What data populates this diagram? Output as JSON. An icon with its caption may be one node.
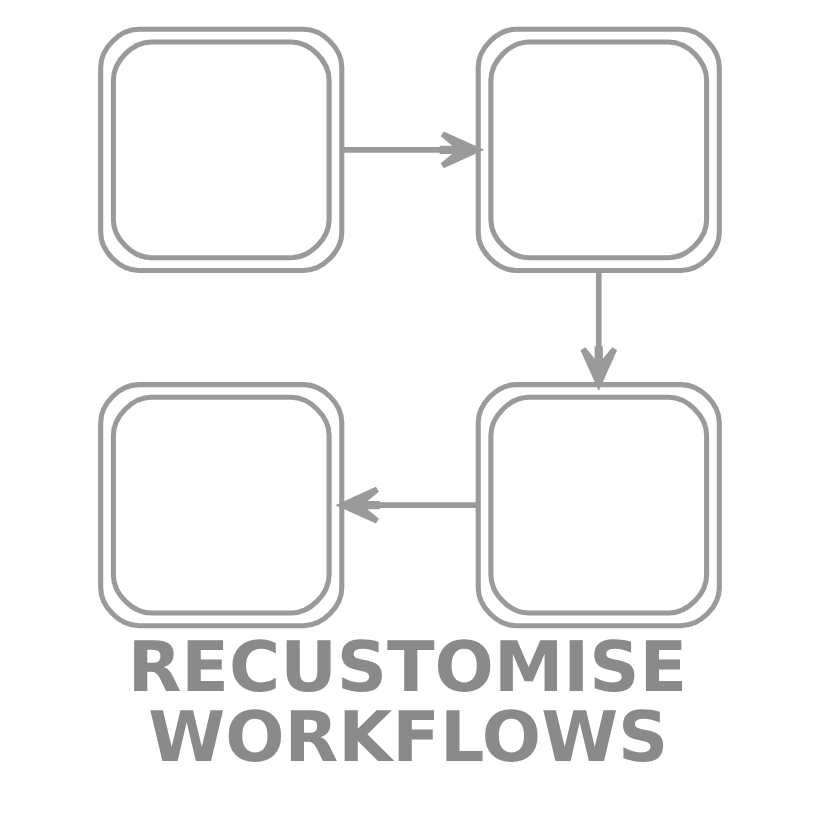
{
  "diagram": {
    "title": "RECUSTOMISE WORKFLOWS",
    "nodes": [
      {
        "text": [],
        "shape": "box"
      },
      {
        "text": [],
        "shape": "box"
      },
      {
        "text": [],
        "shape": "box"
      },
      {
        "text": [],
        "shape": "box"
      }
    ],
    "edges": [
      {
        "from": 0,
        "to": 1,
        "arrow": "to"
      },
      {
        "from": 1,
        "to": 2,
        "arrow": "to"
      },
      {
        "from": 2,
        "to": 3,
        "arrow": "to"
      }
    ]
  }
}
